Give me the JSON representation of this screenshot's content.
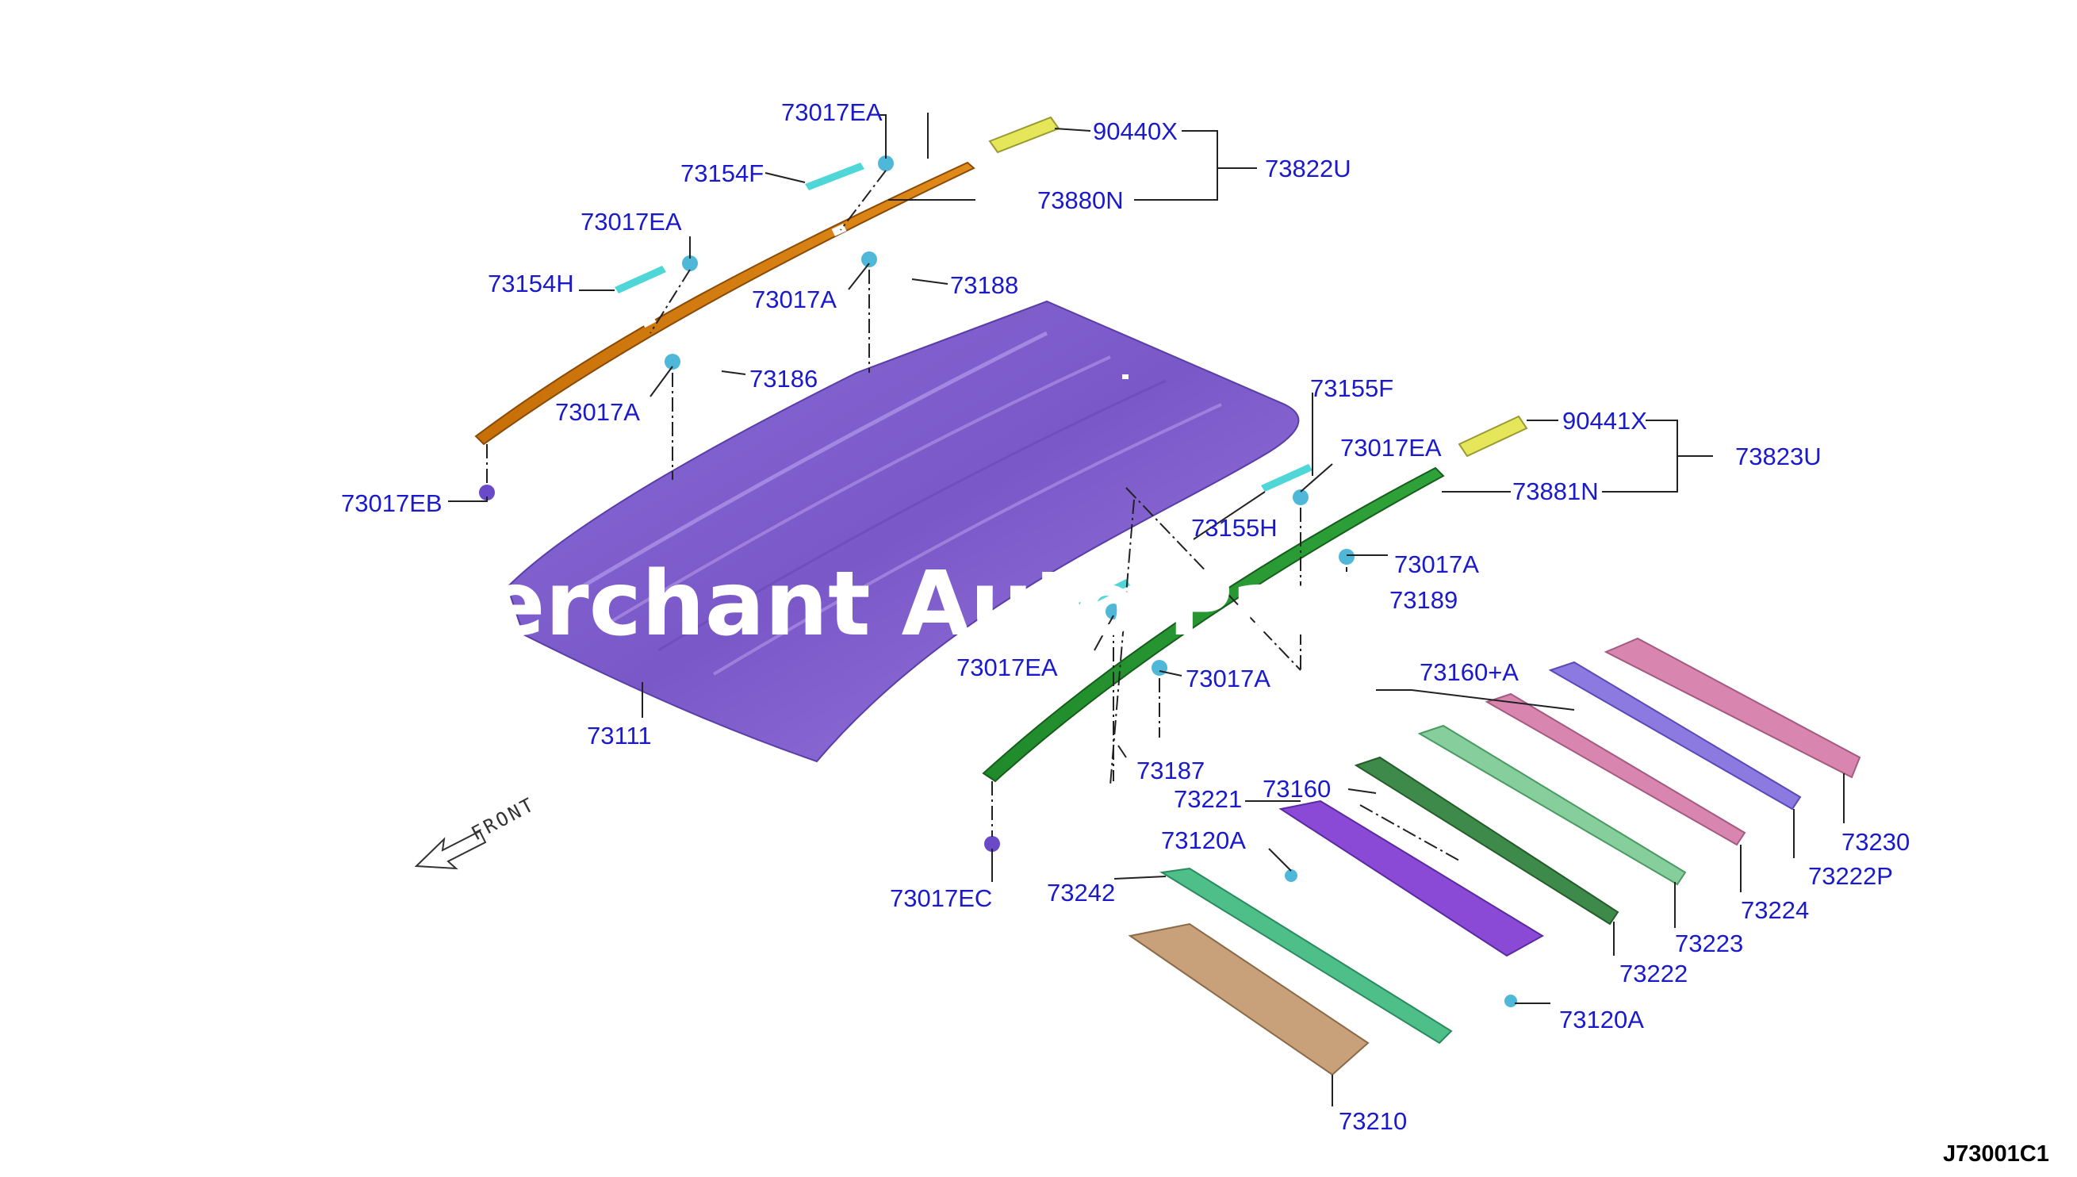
{
  "diagram": {
    "code": "J73001C1",
    "watermark": "Merchant Auto Parts Catalog",
    "front_label": "FRONT",
    "labels": {
      "p73017EA_a": "73017EA",
      "p90440X": "90440X",
      "p73822U": "73822U",
      "p73154F": "73154F",
      "p73880N": "73880N",
      "p73017EA_b": "73017EA",
      "p73154H": "73154H",
      "p73017A_a": "73017A",
      "p73188": "73188",
      "p73186": "73186",
      "p73017A_b": "73017A",
      "p73017EB": "73017EB",
      "p73155F": "73155F",
      "p90441X": "90441X",
      "p73823U": "73823U",
      "p73017EA_c": "73017EA",
      "p73881N": "73881N",
      "p73155H": "73155H",
      "p73017A_c": "73017A",
      "p73189": "73189",
      "p73017EA_d": "73017EA",
      "p73017A_d": "73017A",
      "p73160_A": "73160+A",
      "p73111": "73111",
      "p73187": "73187",
      "p73221": "73221",
      "p73160": "73160",
      "p73120A_a": "73120A",
      "p73017EC": "73017EC",
      "p73242": "73242",
      "p73230": "73230",
      "p73222P": "73222P",
      "p73224": "73224",
      "p73223": "73223",
      "p73222": "73222",
      "p73120A_b": "73120A",
      "p73210": "73210"
    }
  }
}
